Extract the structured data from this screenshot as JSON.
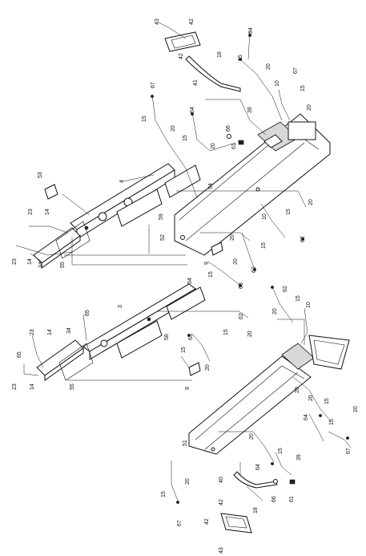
{
  "diagram": {
    "labels": {
      "c43a": "43",
      "c42a": "42",
      "c64a": "64",
      "c15a": "15",
      "c20a": "20",
      "c67a": "67",
      "c10a": "10",
      "c15b": "15",
      "c20b": "20",
      "c42b": "42",
      "c18a": "18",
      "c41": "41",
      "c67b": "67",
      "c15c": "15",
      "c20c": "20",
      "c64b": "64",
      "c15d": "15",
      "c20d": "20",
      "c66a": "66",
      "c39a": "39",
      "c61a": "61",
      "c53": "53",
      "c4": "4",
      "c54a": "54",
      "c23a": "23",
      "c14a": "14",
      "c59": "59",
      "c52": "52",
      "c34a": "34",
      "c55a": "55",
      "c23b": "23",
      "c14b": "14",
      "c15e": "15",
      "c20e": "20",
      "c10b": "10",
      "c62a": "62",
      "c20f": "20",
      "c15f": "15",
      "c62b": "62",
      "c9a": "9",
      "c20g": "20",
      "c15g": "15",
      "c63a": "63",
      "c62c": "62",
      "c15h": "15",
      "c20h": "20",
      "c10c": "10",
      "c3": "3",
      "c65a": "65",
      "c54b": "54",
      "c62d": "62",
      "c15i": "15",
      "c20i": "20",
      "c58": "58",
      "c63b": "63",
      "c15j": "15",
      "c20j": "20",
      "c23c": "23",
      "c14c": "14",
      "c34b": "34",
      "c65b": "65",
      "c23d": "23",
      "c14d": "14",
      "c55b": "55",
      "c9b": "9",
      "c20k": "20",
      "c20l": "20",
      "c15k": "15",
      "c64c": "64",
      "c15l": "15",
      "c20m": "20",
      "c67c": "67",
      "c51": "51",
      "c20n": "20",
      "c15m": "15",
      "c64d": "64",
      "c39b": "39",
      "c15n": "15",
      "c20o": "20",
      "c40": "40",
      "c42c": "42",
      "c66b": "66",
      "c61b": "61",
      "c67d": "67",
      "c18b": "18",
      "c42d": "42",
      "c43b": "43"
    }
  }
}
